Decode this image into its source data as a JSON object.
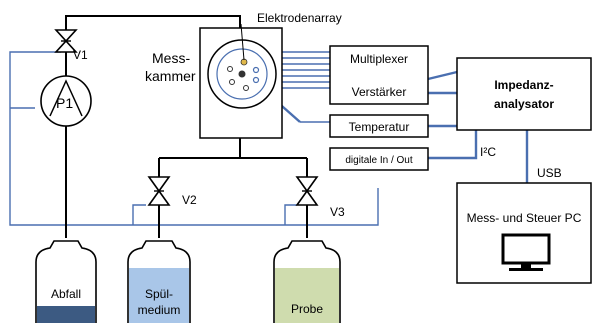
{
  "labels": {
    "electrode_array": "Elektrodenarray",
    "chamber_line1": "Mess-",
    "chamber_line2": "kammer",
    "multiplexer": "Multiplexer",
    "amplifier": "Verstärker",
    "temperature": "Temperatur",
    "digital_io": "digitale In / Out",
    "impedance_line1": "Impedanz-",
    "impedance_line2": "analysator",
    "i2c": "I²C",
    "usb": "USB",
    "pc": "Mess- und Steuer PC",
    "v1": "V1",
    "v2": "V2",
    "v3": "V3",
    "pump": "P1",
    "waste": "Abfall",
    "rinse_line1": "Spül-",
    "rinse_line2": "medium",
    "sample": "Probe"
  },
  "colors": {
    "signal_line": "#4a6fb0",
    "rinse_fill": "#a9c6e8",
    "sample_fill": "#cfdcae",
    "waste_fill": "#3c5a82",
    "electrode_gold": "#e0b84a"
  }
}
